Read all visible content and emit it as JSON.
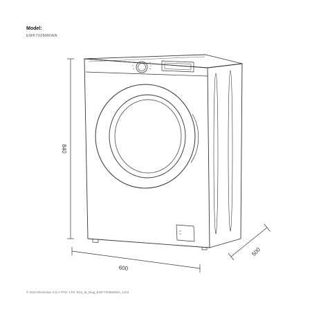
{
  "header": {
    "model_label": "Model:",
    "model_code": "EWF7028M6WA"
  },
  "dimensions": {
    "height_label": "840",
    "width_label": "600",
    "depth_label": "500"
  },
  "footer": {
    "copyright": "© 2024 Electrolux S.E.A PTE. LTD. EL8_M_Diag_EWF7028M6WA_1v04"
  }
}
